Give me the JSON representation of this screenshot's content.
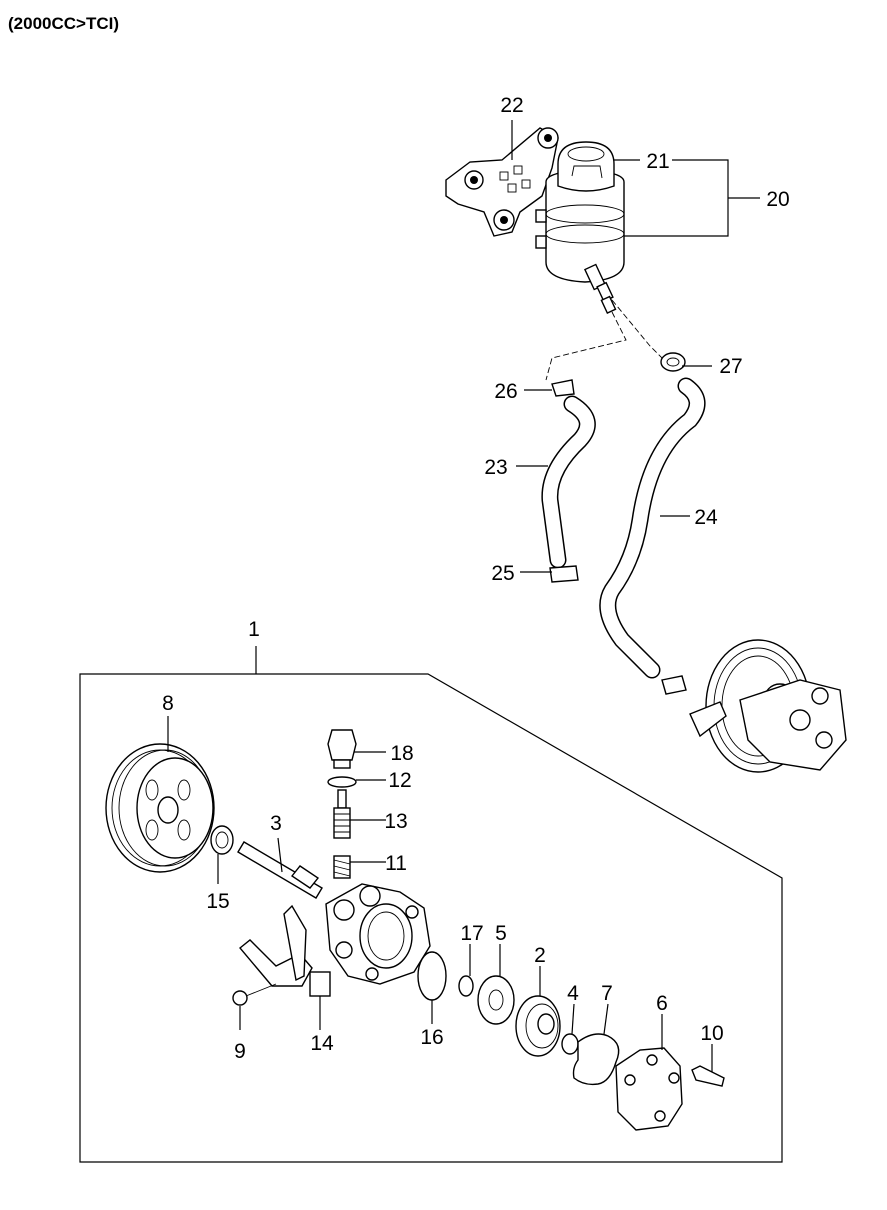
{
  "title": "(2000CC>TCI)",
  "callouts": {
    "c1": "1",
    "c2": "2",
    "c3": "3",
    "c4": "4",
    "c5": "5",
    "c6": "6",
    "c7": "7",
    "c8": "8",
    "c9": "9",
    "c10": "10",
    "c11": "11",
    "c12": "12",
    "c13": "13",
    "c14": "14",
    "c15": "15",
    "c16": "16",
    "c17": "17",
    "c18": "18",
    "c20": "20",
    "c21": "21",
    "c22": "22",
    "c23": "23",
    "c24": "24",
    "c25": "25",
    "c26": "26",
    "c27": "27"
  }
}
